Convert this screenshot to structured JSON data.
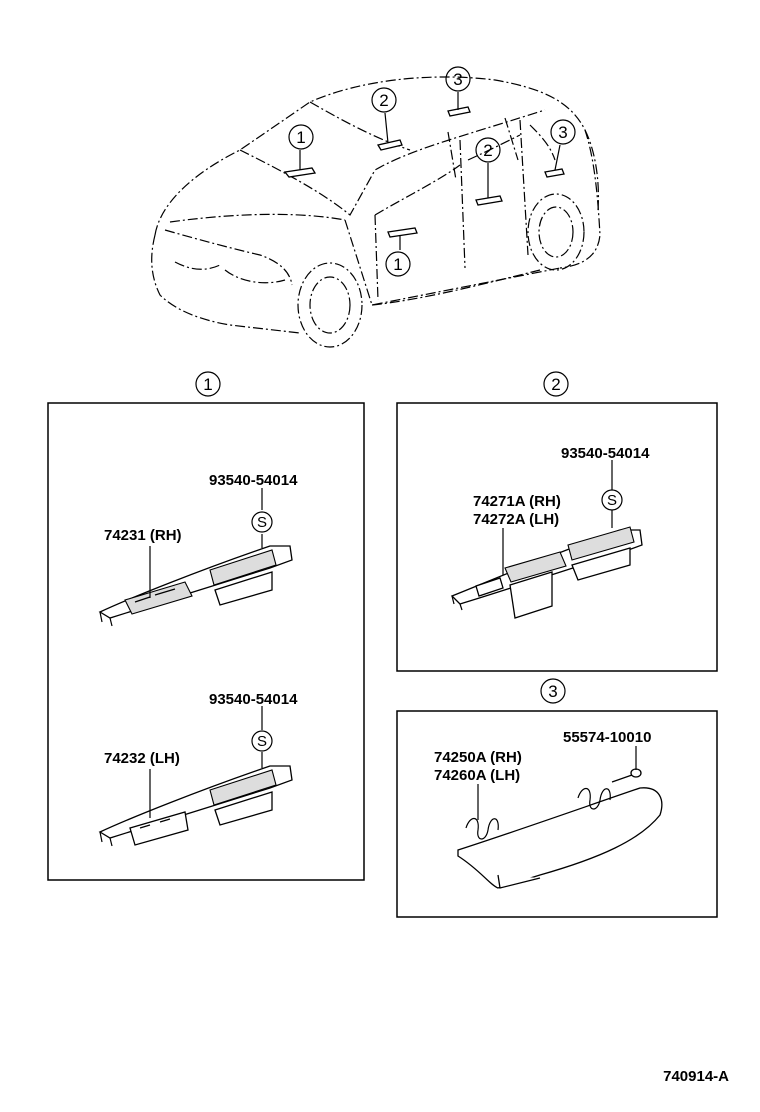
{
  "callouts": {
    "group1": "1",
    "group2": "2",
    "group3": "3"
  },
  "panel1": {
    "bolt_upper": "93540-54014",
    "switch_rh": "74231 (RH)",
    "bolt_lower": "93540-54014",
    "switch_lh": "74232 (LH)",
    "screw_symbol": "S"
  },
  "panel2": {
    "bolt": "93540-54014",
    "switch_rh": "74271A (RH)",
    "switch_lh": "74272A (LH)",
    "screw_symbol": "S"
  },
  "panel3": {
    "screw": "55574-10010",
    "handle_rh": "74250A (RH)",
    "handle_lh": "74260A (LH)"
  },
  "footer": {
    "diagram_code": "740914-A"
  }
}
